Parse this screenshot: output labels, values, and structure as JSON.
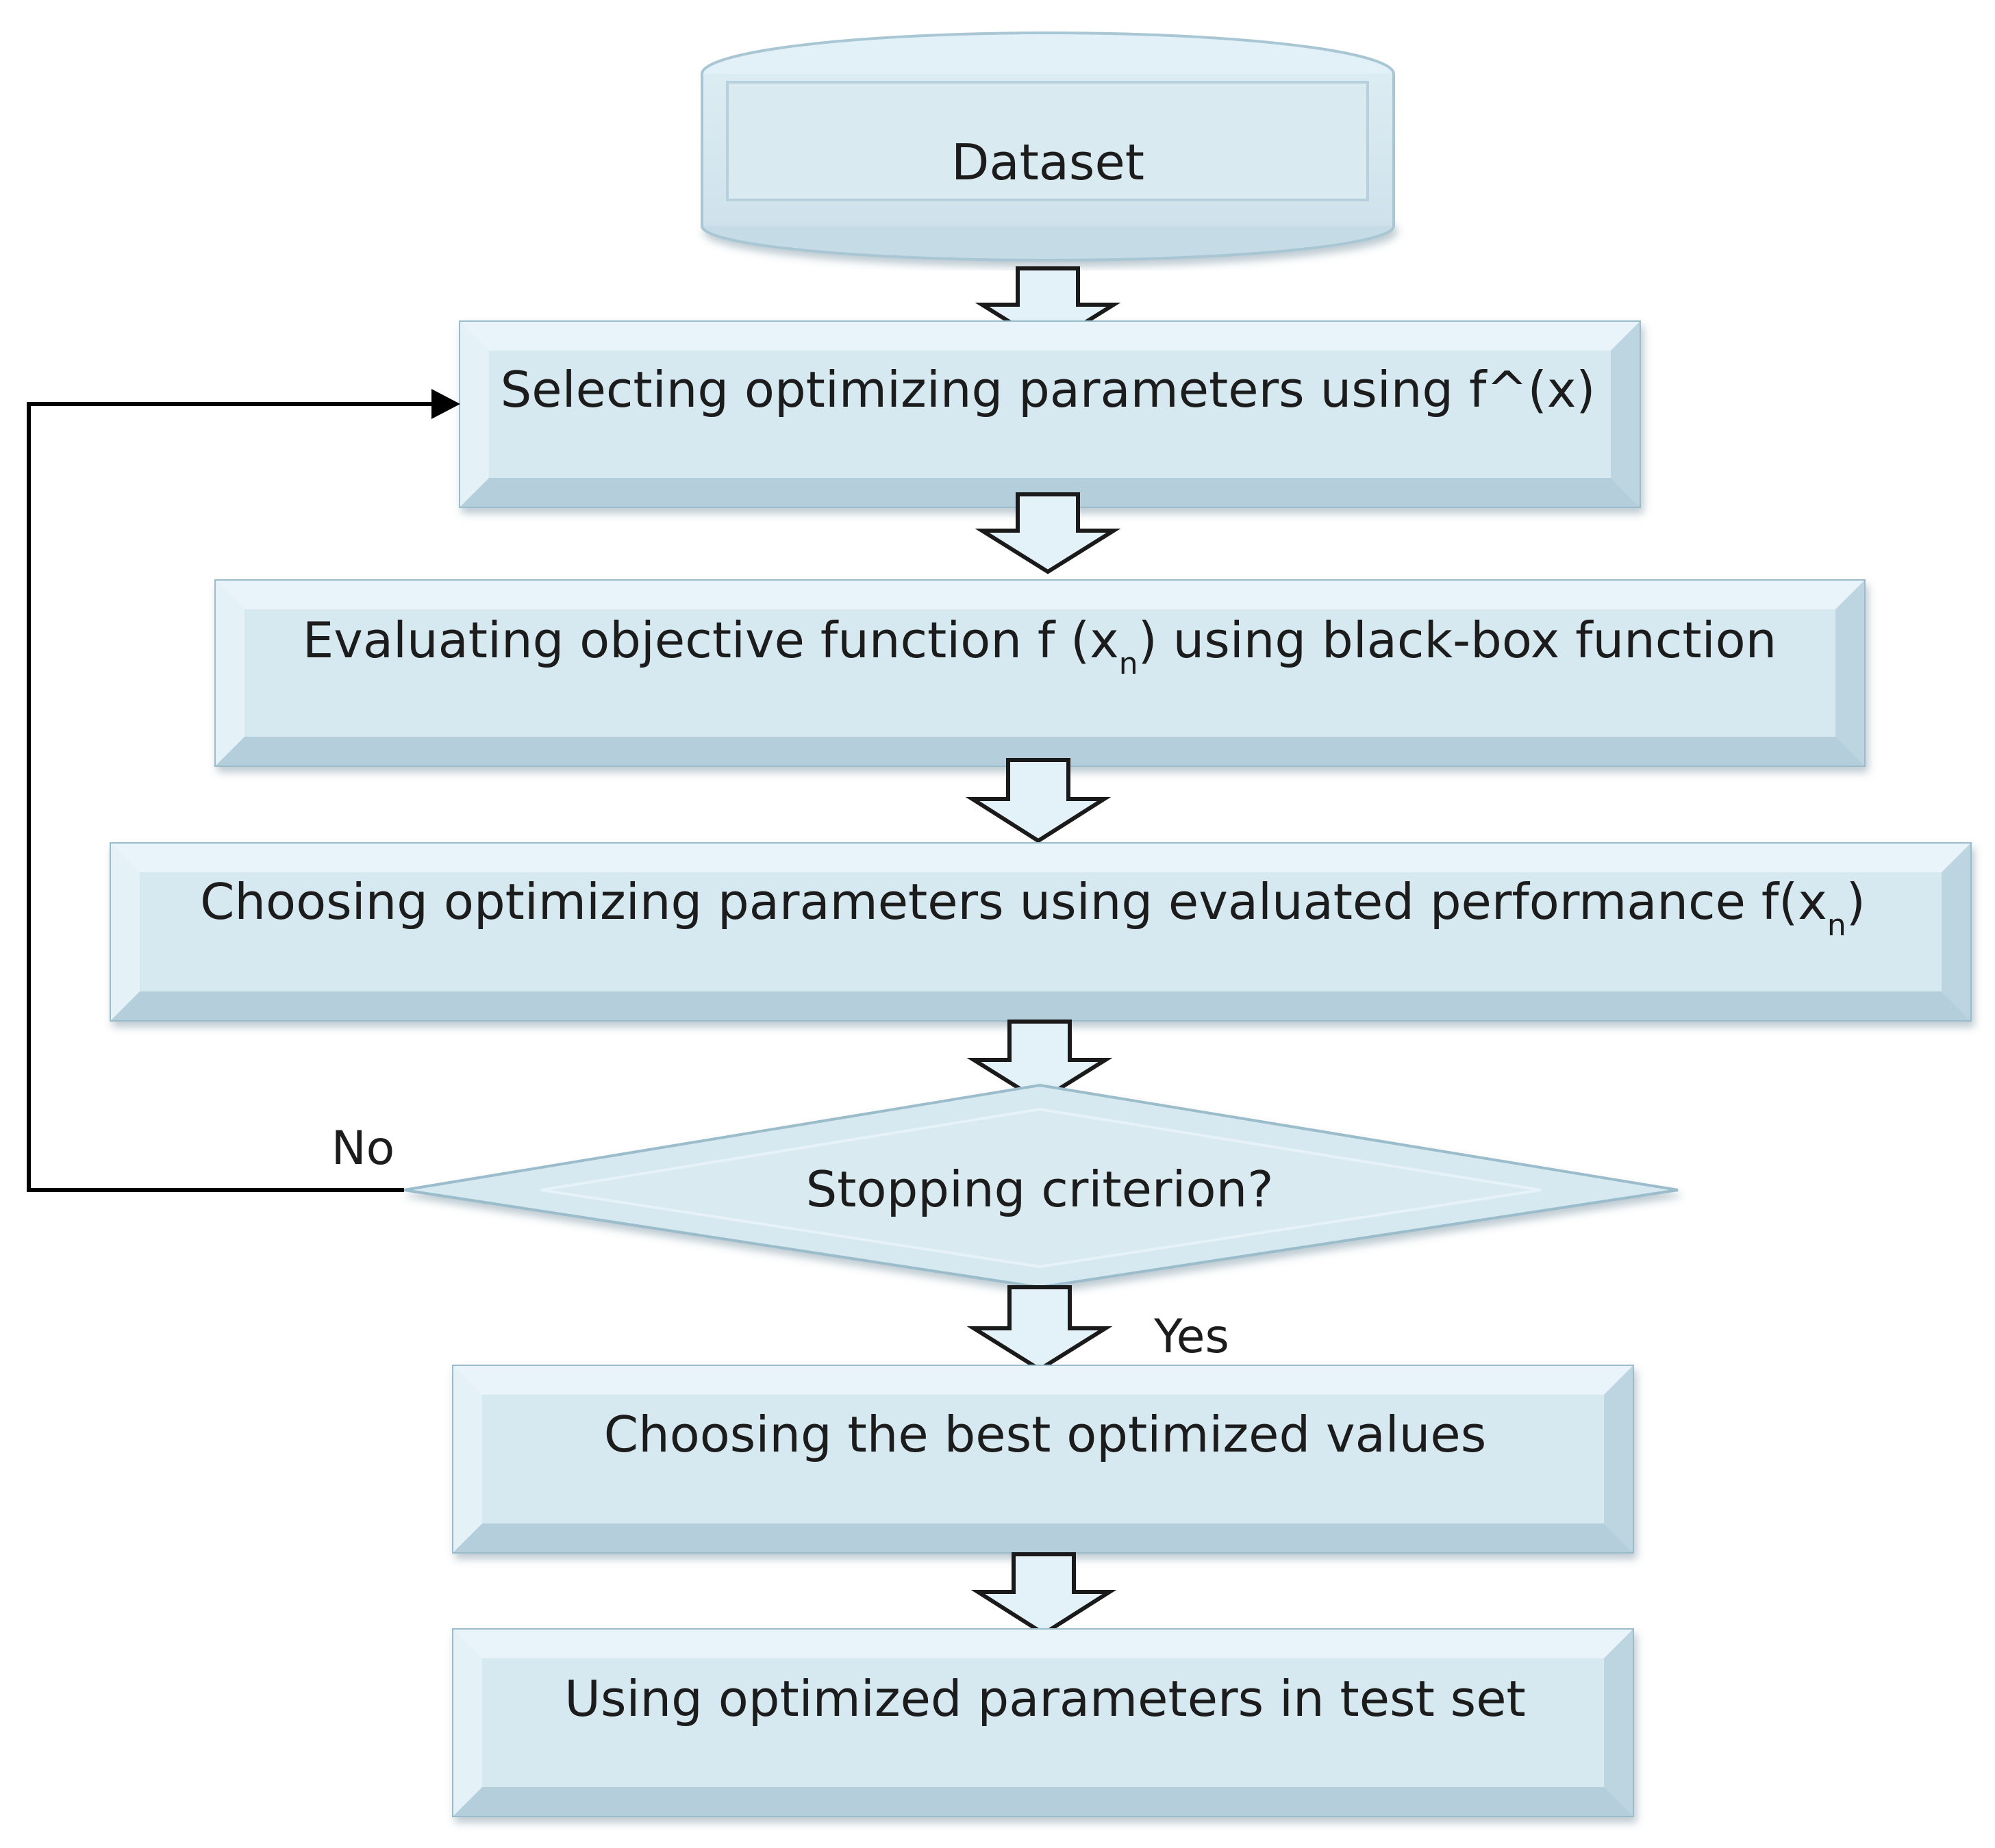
{
  "nodes": {
    "dataset": {
      "text": "Dataset"
    },
    "selecting": {
      "text": "Selecting optimizing parameters using f^(x)"
    },
    "evaluating": {
      "text_a": "Evaluating objective function f (x",
      "sub": "n",
      "text_b": ") using black-box function"
    },
    "choosing_params": {
      "text_a": "Choosing optimizing parameters using evaluated performance f(x",
      "sub": "n",
      "text_b": ")"
    },
    "stopping": {
      "text": "Stopping criterion?"
    },
    "choosing_best": {
      "text": "Choosing the best optimized values"
    },
    "using_test": {
      "text": "Using optimized parameters in test set"
    }
  },
  "edges": {
    "no_label": "No",
    "yes_label": "Yes"
  },
  "colors": {
    "fill": "#d6e8f0",
    "bevel_light": "#e8f4f9",
    "bevel_dark": "#a9c6d4",
    "border": "#9bbccb",
    "arrow_fill": "#e3f2f9",
    "arrow_stroke": "#1a1a1a",
    "line": "#000000"
  }
}
